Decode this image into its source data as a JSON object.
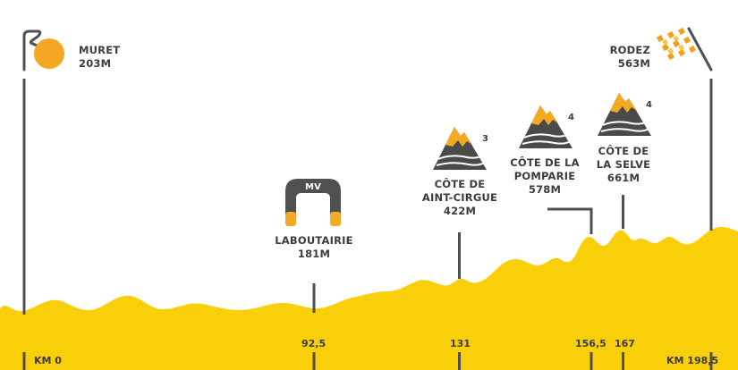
{
  "colors": {
    "profile_fill": "#f9cf0a",
    "pole": "#505050",
    "text": "#3c3c3c",
    "mountain": "#4a4a4a",
    "snow_cap": "#f2aa22",
    "start_logo_orange": "#f5a623",
    "finish_flag_orange": "#f0a21c"
  },
  "start": {
    "name": "MURET",
    "elevation": "203M",
    "icon": "start-logo-icon"
  },
  "finish": {
    "name": "RODEZ",
    "elevation": "563M",
    "icon": "checkered-flag-icon"
  },
  "sprint": {
    "badge": "MV",
    "name": "LABOUTAIRIE",
    "elevation": "181M",
    "icon": "intermediate-sprint-arch-icon"
  },
  "climbs": [
    {
      "line1": "CÔTE DE",
      "line2": "AINT-CIRGUE",
      "elevation": "422M",
      "category": "3",
      "icon": "mountain-icon"
    },
    {
      "line1": "CÔTE DE LA",
      "line2": "POMPARIE",
      "elevation": "578M",
      "category": "4",
      "icon": "mountain-icon"
    },
    {
      "line1": "CÔTE DE",
      "line2": "LA SELVE",
      "elevation": "661M",
      "category": "4",
      "icon": "mountain-icon"
    }
  ],
  "km_markers": {
    "start": "KM 0",
    "sprint": "92,5",
    "climb1": "131",
    "climb2": "156,5",
    "climb3": "167",
    "finish": "KM 198,5"
  }
}
